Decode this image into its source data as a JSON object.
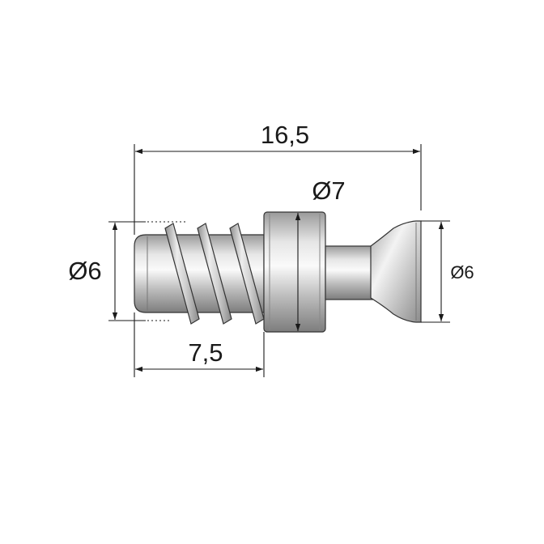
{
  "dimensions": {
    "overall_length": "16,5",
    "thread_length": "7,5",
    "thread_diameter": "Ø6",
    "collar_diameter": "Ø7",
    "head_diameter": "Ø6"
  },
  "colors": {
    "dimension_line": "#1a1a1a",
    "metal_light": "#f2f2f2",
    "metal_mid": "#c8c8c8",
    "metal_dark": "#8a8a8a",
    "outline": "#333333"
  }
}
